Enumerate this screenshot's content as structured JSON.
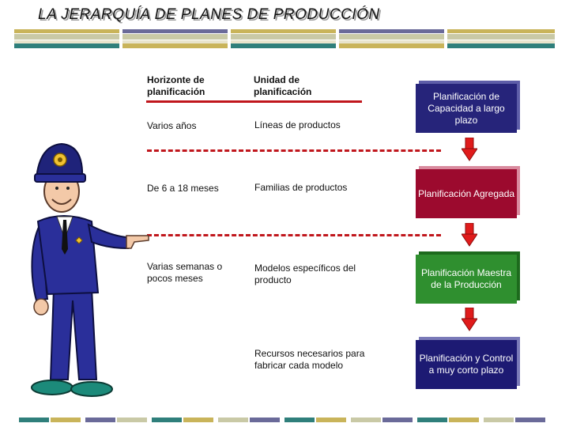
{
  "title": "LA JERARQUÍA DE PLANES DE PRODUCCIÓN",
  "colors": {
    "accent_red": "#c0161c",
    "box_blue": "#26247a",
    "box_maroon": "#9c0a2e",
    "box_green": "#2f8f2f",
    "band_teal": "#2f7f7b",
    "band_khaki": "#c9b45a",
    "band_slate": "#6a6a99"
  },
  "columns": {
    "horizon_header": "Horizonte de planificación",
    "unit_header": "Unidad de planificación"
  },
  "rows": [
    {
      "horizon": "Varios años",
      "unit": "Líneas de productos",
      "plan": "Planificación de Capacidad a largo plazo"
    },
    {
      "horizon": "De 6 a 18 meses",
      "unit": "Familias de productos",
      "plan": "Planificación Agregada"
    },
    {
      "horizon": "Varias semanas o pocos meses",
      "unit": "Modelos específicos del producto",
      "plan": "Planificación Maestra de la Producción"
    },
    {
      "horizon": "",
      "unit": "Recursos necesarios para fabricar cada modelo",
      "plan": "Planificación y Control a muy corto plazo"
    }
  ],
  "icons": {
    "figure": "police-officer-pointing-illustration",
    "arrows": "red-down-arrow-icon"
  }
}
